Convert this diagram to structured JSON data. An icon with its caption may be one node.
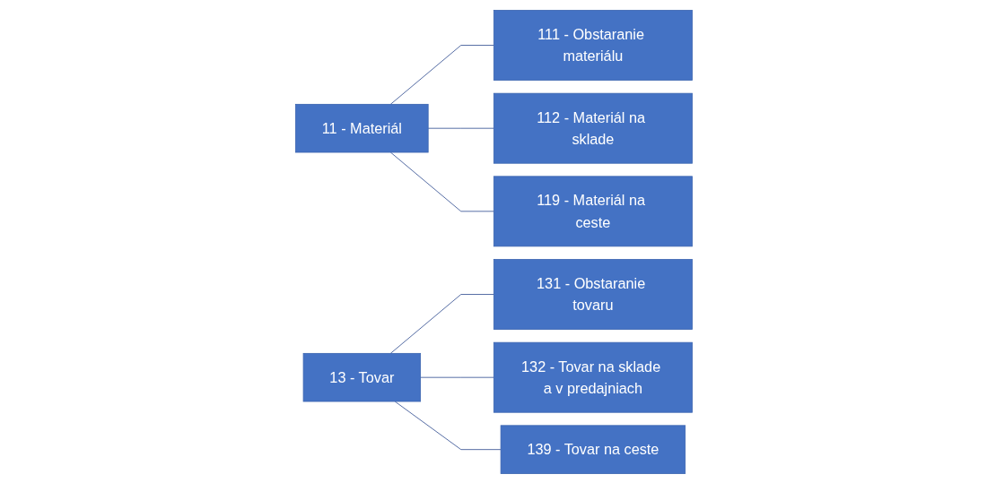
{
  "diagram": {
    "nodes": [
      {
        "text": [
          "11 - Materiál"
        ]
      },
      {
        "text": [
          "111 - Obstaranie materiálu"
        ]
      },
      {
        "text": [
          "112 - Materiál na sklade"
        ]
      },
      {
        "text": [
          "119 - Materiál na ceste"
        ]
      },
      {
        "text": [
          "13 - Tovar"
        ]
      },
      {
        "text": [
          "131 - Obstaranie tovaru"
        ]
      },
      {
        "text": [
          "132 - Tovar na sklade a v predajniach"
        ]
      },
      {
        "text": [
          "139 - Tovar na ceste"
        ]
      }
    ],
    "edges": [
      {
        "from": 0,
        "to": 1,
        "arrow": "none"
      },
      {
        "from": 0,
        "to": 2,
        "arrow": "none"
      },
      {
        "from": 0,
        "to": 3,
        "arrow": "none"
      },
      {
        "from": 4,
        "to": 5,
        "arrow": "none"
      },
      {
        "from": 4,
        "to": 6,
        "arrow": "none"
      },
      {
        "from": 4,
        "to": 7,
        "arrow": "none"
      }
    ]
  }
}
